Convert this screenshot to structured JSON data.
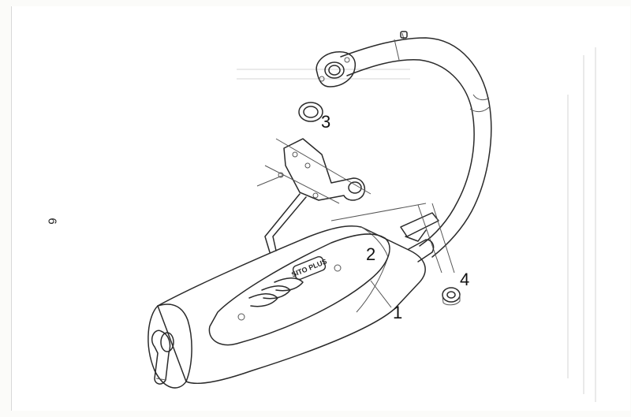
{
  "page_number": "6",
  "callouts": [
    {
      "id": "1",
      "label": "1"
    },
    {
      "id": "2",
      "label": "2"
    },
    {
      "id": "3",
      "label": "3"
    },
    {
      "id": "4",
      "label": "4"
    }
  ],
  "logo_text": "SITO PLUS"
}
